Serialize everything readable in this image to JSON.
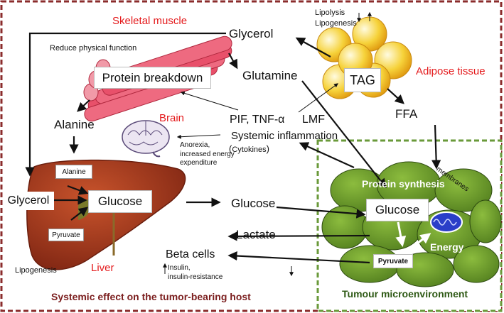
{
  "labels": {
    "skeletal_muscle": "Skeletal muscle",
    "adipose_tissue": "Adipose tissue",
    "brain": "Brain",
    "liver": "Liver",
    "systemic_effect": "Systemic effect on the tumor-bearing host",
    "tumour_microenvironment": "Tumour microenvironment",
    "lipolysis": "Lipolysis",
    "lipogenesis_top": "Lipogenesis",
    "glycerol_top": "Glycerol",
    "reduce_physical_function": "Reduce physical function",
    "protein_breakdown": "Protein breakdown",
    "glutamine": "Glutamine",
    "tag": "TAG",
    "alanine": "Alanine",
    "pif_tnf": "PIF, TNF-α",
    "lmf": "LMF",
    "ffa": "FFA",
    "systemic_inflammation": "Systemic inflammation",
    "cytokines": "Cytokines",
    "anorexia": "Anorexia,\nincreased energy\nexpenditure",
    "membranes": "membranes",
    "liver_alanine": "Alanine",
    "liver_glycerol": "Glycerol",
    "liver_glucose": "Glucose",
    "liver_pyruvate": "Pyruvate",
    "glucose_mid": "Glucose",
    "protein_synthesis": "Protein  synthesis",
    "tumor_glucose": "Glucose",
    "lactate": "Lactate",
    "energy": "Energy",
    "beta_cells": "Beta cells",
    "tumor_pyruvate": "Pyruvate",
    "lipogenesis_bottom": "Lipogenesis",
    "insulin": "Insulin,\ninsulin-resistance"
  },
  "colors": {
    "red_border": "#8b2c2c",
    "green_border": "#6a9a3a",
    "label_red": "#e41a1c",
    "muscle": "#e8506a",
    "liver": "#a5371e",
    "fat": "#f6d23a",
    "tumor_cell": "#6f9c2c"
  }
}
